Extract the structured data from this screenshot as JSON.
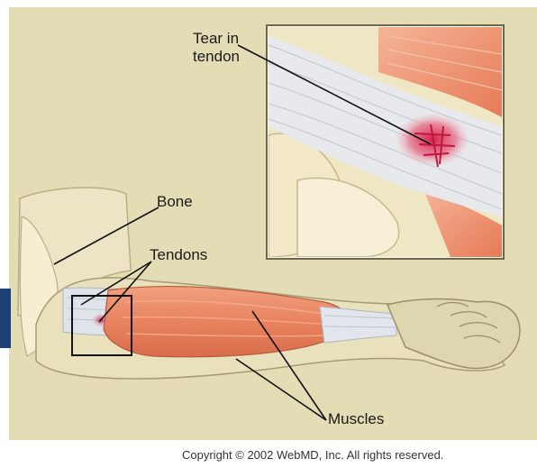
{
  "labels": {
    "tear_line1": "Tear in",
    "tear_line2": "tendon",
    "bone": "Bone",
    "tendons": "Tendons",
    "muscles": "Muscles"
  },
  "copyright": "Copyright © 2002 WebMD, Inc. All rights reserved.",
  "colors": {
    "background": "#e3dcb4",
    "muscle": "#e8825f",
    "tendon": "#dfe4ea",
    "bone": "#f1e6c2",
    "tear": "#cc2244",
    "side_tab": "#1e3f73"
  }
}
